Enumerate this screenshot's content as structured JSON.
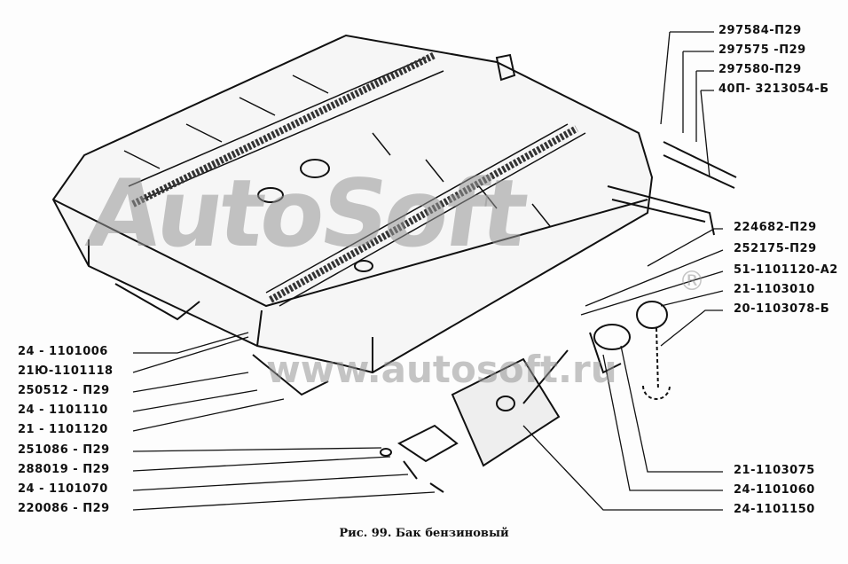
{
  "figure": {
    "caption": "Рис. 99. Бак бензиновый",
    "watermark": {
      "brand": "AutoSoft",
      "url": "www.autosoft.ru",
      "registered": "®"
    },
    "labels_right_top": [
      "297584-П29",
      "297575 -П29",
      "297580-П29",
      "40П- 3213054-Б"
    ],
    "labels_right_middle": [
      "224682-П29",
      "252175-П29",
      "51-1101120-А2",
      "21-1103010",
      "20-1103078-Б"
    ],
    "labels_right_bottom": [
      "21-1103075",
      "24-1101060",
      "24-1101150"
    ],
    "labels_left": [
      "24 - 1101006",
      "21Ю-1101118",
      "250512 - П29",
      "24 - 1101110",
      "21 - 1101120",
      "251086 - П29",
      "288019 - П29",
      "24 - 1101070",
      "220086 - П29"
    ]
  }
}
